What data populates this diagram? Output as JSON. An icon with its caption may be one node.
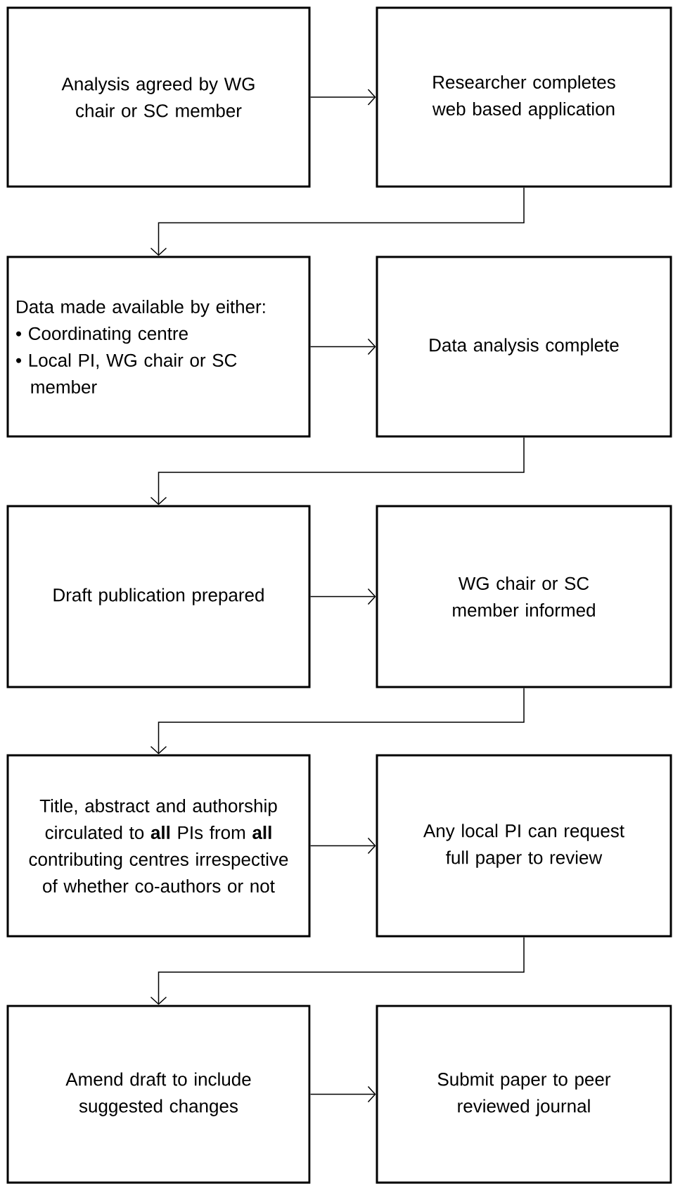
{
  "diagram": {
    "nodes": [
      {
        "text": [
          "Analysis agreed by WG chair or SC member"
        ]
      },
      {
        "text": [
          "Researcher completes web based application"
        ]
      },
      {
        "text": [
          "Data made available by either:",
          "• Coordinating centre",
          "• Local PI, WG chair or SC member"
        ]
      },
      {
        "text": [
          "Data analysis complete"
        ]
      },
      {
        "text": [
          "Draft publication prepared"
        ]
      },
      {
        "text": [
          "WG chair or SC member informed"
        ]
      },
      {
        "text": [
          "Title, abstract and authorship circulated to **all** PIs from **all** contributing centres irrespective of whether co-authors or not"
        ]
      },
      {
        "text": [
          "Any local PI can request full paper to review"
        ]
      },
      {
        "text": [
          "Amend draft to include suggested changes"
        ]
      },
      {
        "text": [
          "Submit paper to peer reviewed journal"
        ]
      }
    ],
    "edges": [
      {
        "from": 0,
        "to": 1,
        "arrow": "to"
      },
      {
        "from": 1,
        "to": 2,
        "arrow": "to"
      },
      {
        "from": 2,
        "to": 3,
        "arrow": "to"
      },
      {
        "from": 3,
        "to": 4,
        "arrow": "to"
      },
      {
        "from": 4,
        "to": 5,
        "arrow": "to"
      },
      {
        "from": 5,
        "to": 6,
        "arrow": "to"
      },
      {
        "from": 6,
        "to": 7,
        "arrow": "to"
      },
      {
        "from": 7,
        "to": 8,
        "arrow": "to"
      },
      {
        "from": 8,
        "to": 9,
        "arrow": "to"
      }
    ]
  }
}
